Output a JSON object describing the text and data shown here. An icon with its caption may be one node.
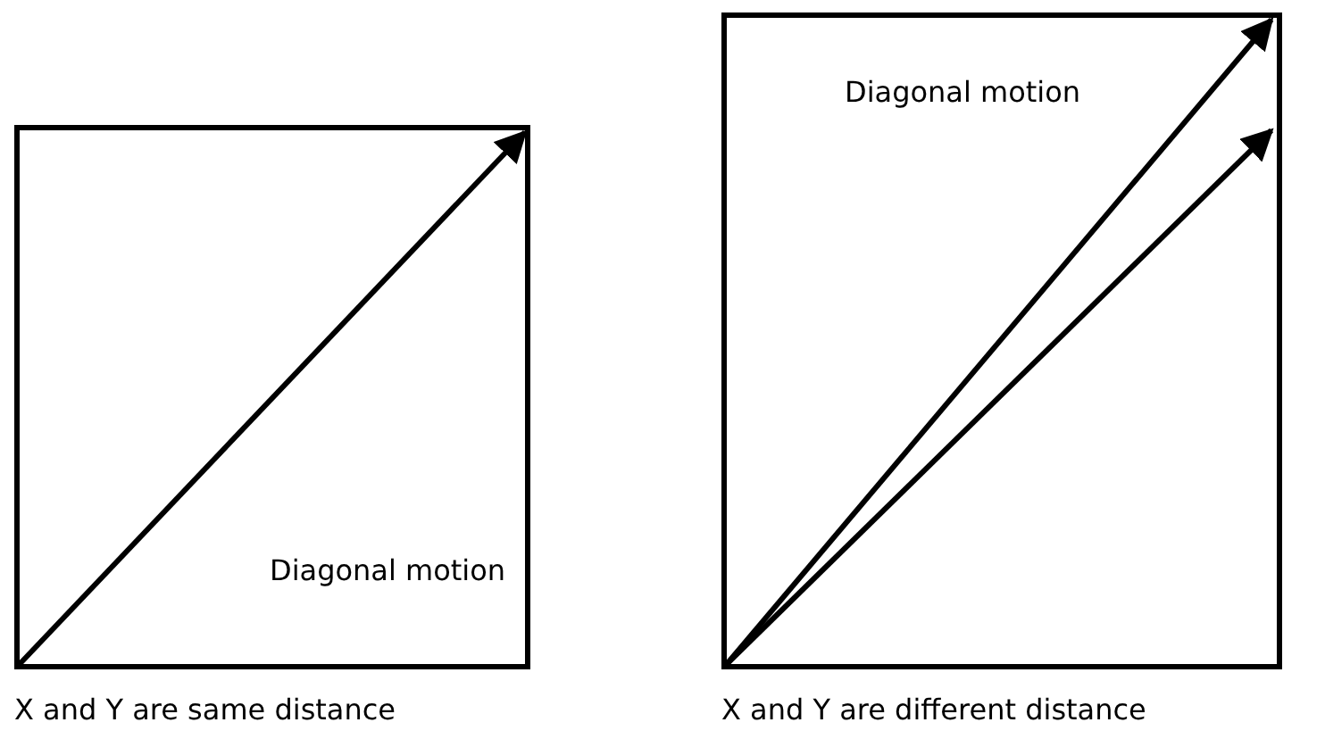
{
  "diagram": {
    "nodes": [
      {
        "text": [
          "Diagonal motion"
        ],
        "beside": [
          "X and Y are same distance"
        ]
      },
      {
        "text": [
          "Diagonal motion"
        ],
        "beside": [
          "X and Y are different distance"
        ]
      }
    ]
  }
}
